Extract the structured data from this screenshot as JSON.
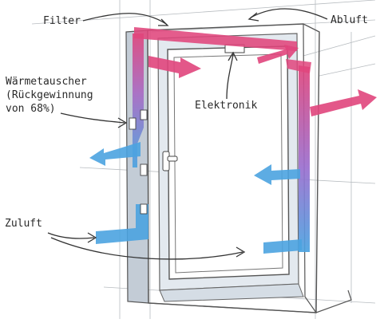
{
  "labels": {
    "filter": "Filter",
    "abluft": "Abluft",
    "elektronik": "Elektronik",
    "waermetauscher": [
      "Wärmetauscher",
      "(Rückgewinnung",
      "von 68%)"
    ],
    "zuluft": "Zuluft"
  },
  "colors": {
    "exhaust_air": "#e0457c",
    "supply_air": "#4ba3e0",
    "frame": "#aeb9c6",
    "sketch_line": "#555555"
  },
  "icons": [
    "annotation-arrow",
    "airflow-arrow"
  ]
}
